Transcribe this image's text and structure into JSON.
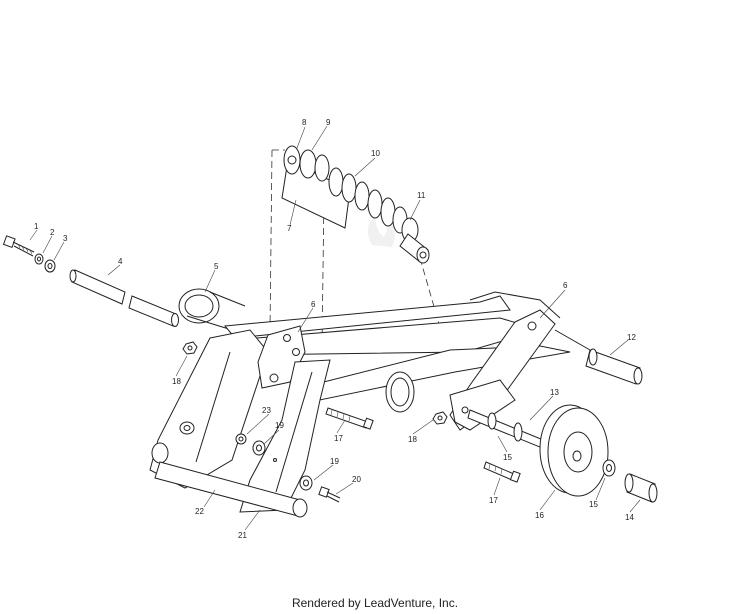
{
  "footer_text": "Rendered by LeadVenture, Inc.",
  "watermark": "LEADVENTURE",
  "callouts": [
    "1",
    "2",
    "3",
    "4",
    "5",
    "6",
    "6",
    "7",
    "8",
    "9",
    "10",
    "11",
    "12",
    "13",
    "14",
    "15",
    "15",
    "16",
    "17",
    "17",
    "18",
    "18",
    "19",
    "19",
    "20",
    "21",
    "22",
    "23"
  ]
}
